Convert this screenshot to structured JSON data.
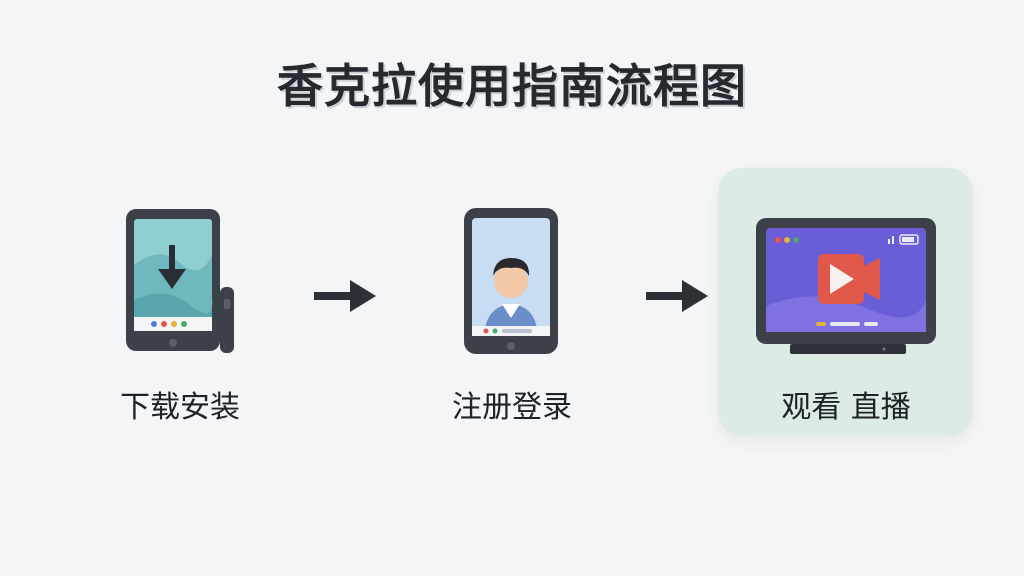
{
  "title": "香克拉使用指南流程图",
  "steps": [
    {
      "label": "下载安装",
      "icon": "phone-download-icon"
    },
    {
      "label": "注册登录",
      "icon": "phone-profile-icon"
    },
    {
      "label": "观看 直播",
      "icon": "tv-play-icon",
      "highlighted": true
    }
  ],
  "connectors": [
    "arrow-right-icon",
    "arrow-right-icon"
  ],
  "colors": {
    "background": "#f4f5f7",
    "highlight": "#dcebe6",
    "device_frame": "#3c4048",
    "screen_teal": "#8fcfcf",
    "screen_purple": "#6a5ed8",
    "play_red": "#e0584a",
    "arrow": "#2d3036"
  }
}
